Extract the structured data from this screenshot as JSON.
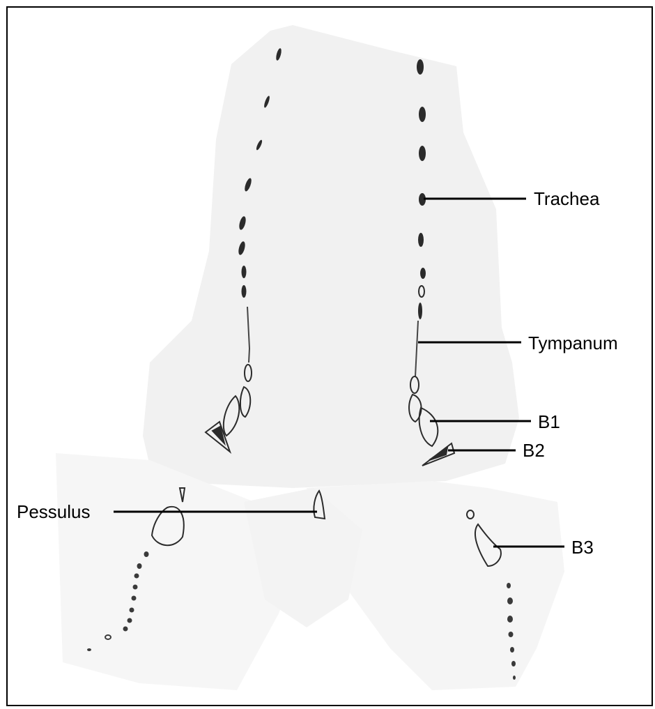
{
  "figure": {
    "labels": {
      "trachea": "Trachea",
      "tympanum": "Tympanum",
      "b1": "B1",
      "b2": "B2",
      "pessulus": "Pessulus",
      "b3": "B3"
    }
  },
  "colors": {
    "background": "#ffffff",
    "frame": "#000000",
    "tissue": "#f1f1f1",
    "cartilage": "#2b2b2b",
    "leader_line": "#000000"
  }
}
